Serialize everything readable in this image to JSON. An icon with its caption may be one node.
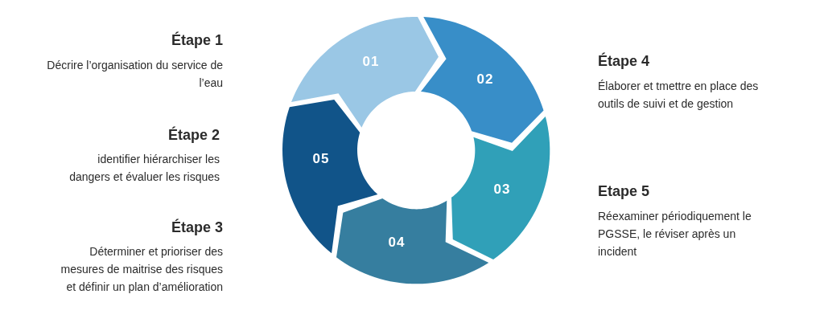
{
  "diagram": {
    "nodes": [
      {
        "text": [
          "01"
        ]
      },
      {
        "text": [
          "02"
        ]
      },
      {
        "text": [
          "03"
        ]
      },
      {
        "text": [
          "04"
        ]
      },
      {
        "text": [
          "05"
        ]
      }
    ],
    "edges": [],
    "labels": [
      "Étape 1",
      "Décrire l’organisation du service de l’eau",
      "Étape 2",
      "identifier hiérarchiser les dangers et évaluer les risques",
      "Étape 3",
      "Déterminer et prioriser des mesures de maitrise des risques et définir un plan d’amélioration",
      "Étape 4",
      "Élaborer et tmettre en place des outils de suivi et de gestion",
      "Etape 5",
      "Réexaminer périodiquement le PGSSE, le réviser après un incident"
    ]
  }
}
